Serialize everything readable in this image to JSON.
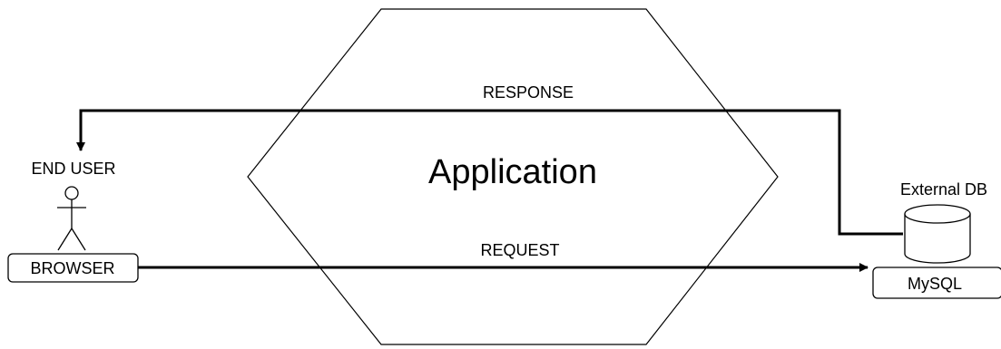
{
  "diagram": {
    "center_label": "Application",
    "end_user_label": "END USER",
    "browser_label": "BROWSER",
    "response_label": "RESPONSE",
    "request_label": "REQUEST",
    "db_title": "External DB",
    "db_label": "MySQL"
  },
  "colors": {
    "stroke": "#000000",
    "background": "#ffffff"
  },
  "icons": {
    "actor": "stick-figure-icon",
    "database": "cylinder-database-icon"
  }
}
